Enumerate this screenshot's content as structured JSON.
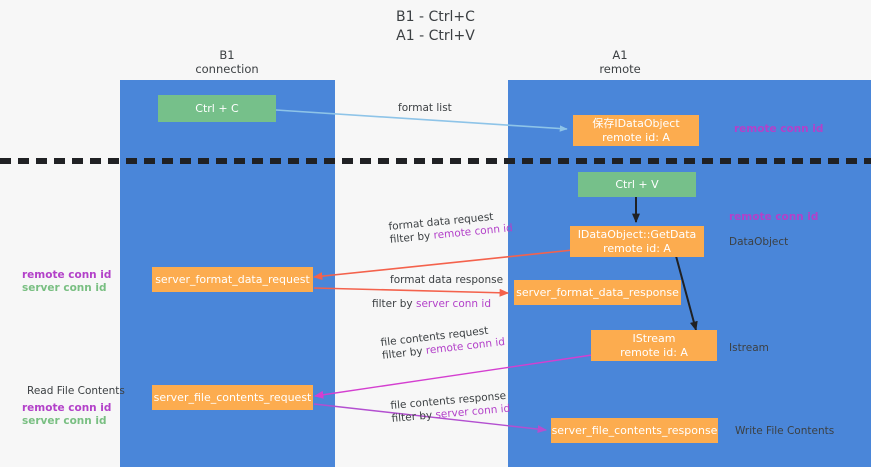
{
  "title": {
    "line1": "B1 - Ctrl+C",
    "line2": "A1 - Ctrl+V"
  },
  "lanes": [
    {
      "id": "b1",
      "name": "B1",
      "subtitle": "connection",
      "color": "#4a86d9"
    },
    {
      "id": "a1",
      "name": "A1",
      "subtitle": "remote",
      "color": "#4a86d9"
    }
  ],
  "colors": {
    "lane": "#4a86d9",
    "green_box": "#76c08a",
    "orange_box": "#fcac4f",
    "purple_text": "#b341c9",
    "green_text": "#79bf82",
    "arrow_lightblue": "#8ec4e8",
    "arrow_black": "#202124",
    "arrow_red": "#f4624c",
    "arrow_magenta": "#d43fd0",
    "arrow_purple": "#b34fd0",
    "background": "#f7f7f7",
    "text": "#3c4043"
  },
  "boxes": {
    "ctrl_c": {
      "line1": "Ctrl + C",
      "line2": ""
    },
    "save_idataobject": {
      "line1": "保存IDataObject",
      "line2": "remote id: A"
    },
    "ctrl_v": {
      "line1": "Ctrl + V",
      "line2": ""
    },
    "idataobject_getdata": {
      "line1": "IDataObject::GetData",
      "line2": "remote id: A"
    },
    "server_format_data_request": {
      "line1": "server_format_data_request",
      "line2": ""
    },
    "server_format_data_response": {
      "line1": "server_format_data_response",
      "line2": ""
    },
    "istream": {
      "line1": "IStream",
      "line2": "remote id: A"
    },
    "server_file_contents_request": {
      "line1": "server_file_contents_request",
      "line2": ""
    },
    "server_file_contents_response": {
      "line1": "server_file_contents_response",
      "line2": ""
    }
  },
  "edge_labels": {
    "format_list": "format list",
    "format_data_request": "format data request",
    "format_data_request_filter_prefix": "filter by ",
    "format_data_request_filter_key": "remote conn id",
    "format_data_response": "format data response",
    "format_data_response_filter_prefix": "filter by ",
    "format_data_response_filter_key": "server conn id",
    "file_contents_request": "file contents request",
    "file_contents_request_filter_prefix": "filter by ",
    "file_contents_request_filter_key": "remote conn id",
    "file_contents_response": "file contents response",
    "file_contents_response_filter_prefix": "filter by ",
    "file_contents_response_filter_key": "server conn id"
  },
  "annotations": {
    "right_remote_conn_id_top": "remote conn id",
    "right_remote_conn_id_mid": "remote conn id",
    "right_dataobject": "DataObject",
    "right_istream": "Istream",
    "right_write_file_contents": "Write File Contents",
    "left_remote_conn_id_mid": "remote conn id",
    "left_server_conn_id_mid": "server conn id",
    "left_read_file_contents": "Read File Contents",
    "left_remote_conn_id_bottom": "remote conn id",
    "left_server_conn_id_bottom": "server conn id"
  }
}
